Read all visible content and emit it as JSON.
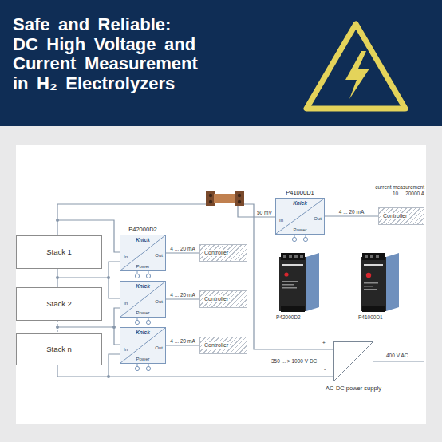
{
  "diagram": {
    "title": "Safe and Reliable: DC High Voltage and Current Measurement in H₂ Electrolyzers",
    "nodes": [
      {
        "text": [
          "P41000D1",
          "Knick",
          "In",
          "Out",
          "Power"
        ]
      },
      {
        "text": [
          "Controller"
        ]
      },
      {
        "text": [
          "Stack 1"
        ]
      },
      {
        "text": [
          "P42000D2",
          "Knick",
          "In",
          "Out",
          "Power"
        ]
      },
      {
        "text": [
          "Controller"
        ]
      },
      {
        "text": [
          "Stack 2"
        ]
      },
      {
        "text": [
          "Knick",
          "In",
          "Out",
          "Power"
        ]
      },
      {
        "text": [
          "Controller"
        ]
      },
      {
        "text": [
          "Stack n"
        ]
      },
      {
        "text": [
          "Knick",
          "In",
          "Out",
          "Power"
        ]
      },
      {
        "text": [
          "Controller"
        ]
      },
      {
        "text": [
          "AC-DC power supply"
        ]
      }
    ],
    "edges": [
      {
        "from": 0,
        "to": 1,
        "label": "4 ... 20 mA",
        "arrow": "none"
      },
      {
        "from": 3,
        "to": 4,
        "label": "4 ... 20 mA",
        "arrow": "none"
      },
      {
        "from": 6,
        "to": 7,
        "label": "4 ... 20 mA",
        "arrow": "none"
      },
      {
        "from": 9,
        "to": 10,
        "label": "4 ... 20 mA",
        "arrow": "none"
      }
    ],
    "labels": [
      "current measurement 10 ... 20000 A",
      "50 mV",
      "P42000D2",
      "P41000D1",
      "350 ... > 1000 V DC",
      "+",
      "-",
      "400 V AC"
    ]
  }
}
